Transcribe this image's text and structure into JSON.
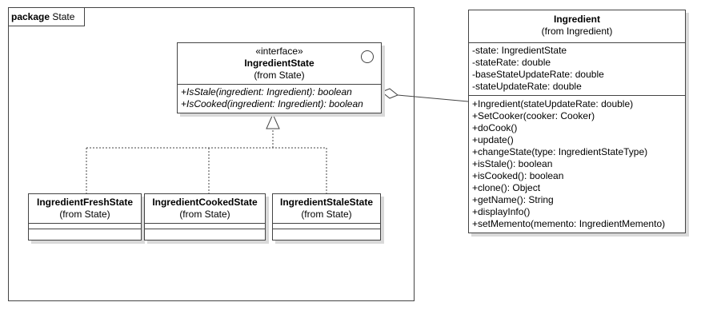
{
  "package": {
    "keyword": "package",
    "name": "State"
  },
  "interface": {
    "stereotype": "«interface»",
    "name": "IngredientState",
    "origin": "(from State)",
    "operations": [
      "+IsStale(ingredient: Ingredient): boolean",
      "+IsCooked(ingredient: Ingredient): boolean"
    ]
  },
  "states": [
    {
      "name": "IngredientFreshState",
      "origin": "(from State)"
    },
    {
      "name": "IngredientCookedState",
      "origin": "(from State)"
    },
    {
      "name": "IngredientStaleState",
      "origin": "(from State)"
    }
  ],
  "ingredient": {
    "name": "Ingredient",
    "origin": "(from Ingredient)",
    "attributes": [
      "-state: IngredientState",
      "-stateRate: double",
      "-baseStateUpdateRate: double",
      "-stateUpdateRate: double"
    ],
    "operations": [
      "+Ingredient(stateUpdateRate: double)",
      "+SetCooker(cooker: Cooker)",
      "+doCook()",
      "+update()",
      "+changeState(type: IngredientStateType)",
      "+isStale(): boolean",
      "+isCooked(): boolean",
      "+clone(): Object",
      "+getName(): String",
      "+displayInfo()",
      "+setMemento(memento: IngredientMemento)"
    ]
  },
  "colors": {
    "stroke": "#444444",
    "shadow": "#d9d9d9",
    "background": "#ffffff"
  }
}
